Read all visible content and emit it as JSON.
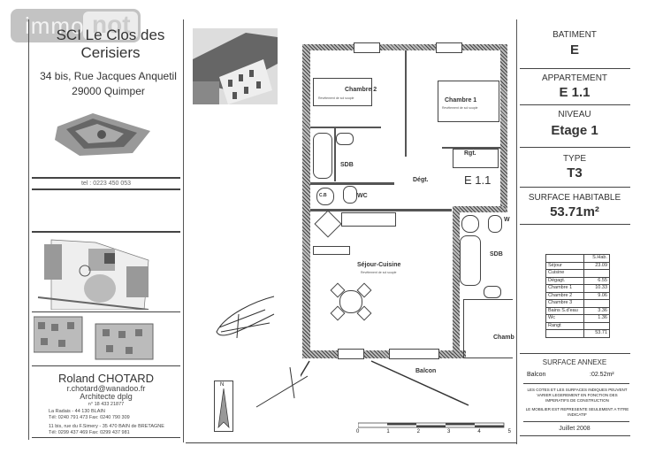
{
  "watermark": {
    "part1": "immo",
    "part2": "not"
  },
  "promoter": {
    "name": "SCI Le Clos des Cerisiers",
    "address_line1": "34 bis, Rue Jacques Anquetil",
    "address_line2": "29000 Quimper",
    "tel": "tel : 0223 450 053"
  },
  "architect": {
    "name": "Roland CHOTARD",
    "email": "r.chotard@wanadoo.fr",
    "title": "Architecte dplg",
    "number": "n° 18 433 21877",
    "office1_address": "La Radais - 44 130 BLAIN",
    "office1_phone": "Tél: 0240 791 473  Fax: 0240 790 309",
    "office2_address": "11 bis, rue du F.Simery - 35 470 BAIN de BRETAGNE",
    "office2_phone": "Tél: 0299 437 469  Fax: 0299 437 981"
  },
  "info": {
    "batiment_label": "BATIMENT",
    "batiment_value": "E",
    "appartement_label": "APPARTEMENT",
    "appartement_value": "E 1.1",
    "niveau_label": "NIVEAU",
    "niveau_value": "Etage 1",
    "type_label": "TYPE",
    "type_value": "T3",
    "surface_label": "SURFACE HABITABLE",
    "surface_value": "53.71m²"
  },
  "surface_table": {
    "header": "S.Hab.",
    "rows": [
      {
        "room": "Séjour",
        "value": "23.09"
      },
      {
        "room": "Cuisine",
        "value": ""
      },
      {
        "room": "Dégagt.",
        "value": "6.55"
      },
      {
        "room": "Chambre 1",
        "value": "10.33"
      },
      {
        "room": "Chambre 2",
        "value": "9.06"
      },
      {
        "room": "Chambre 3",
        "value": ""
      },
      {
        "room": "Bains S.d'eau",
        "value": "3.36"
      },
      {
        "room": "Wc",
        "value": "1.36"
      },
      {
        "room": "Rangt",
        "value": ""
      }
    ],
    "total": "53.71"
  },
  "annexe": {
    "title": "SURFACE ANNEXE",
    "balcon_label": "Balcon",
    "balcon_value": ":02.52m²",
    "note1": "LES COTES ET LES SURFACES INDIQUES PEUVENT VARIER LEGEREMENT EN FONCTION DES IMPERATIFS DE CONSTRUCTION",
    "note2": "LE MOBILIER EST REPRESENTE SEULEMENT A TITRE INDICATIF",
    "date": "Juillet 2008"
  },
  "plan": {
    "rooms": {
      "chambre2": "Chambre 2",
      "chambre1": "Chambre 1",
      "sdb": "SDB",
      "wc": "WC",
      "degt": "Dégt.",
      "rgt": "Rgt.",
      "cb": "C.B",
      "sejour": "Séjour-Cuisine",
      "balcon": "Balcon",
      "sdb_adj": "SDB",
      "chamb_adj": "Chamb",
      "wc_adj": "W"
    },
    "apartment_code": "E 1.1",
    "sub_label": "Revêtement de sol souple",
    "north": "N",
    "scale_ticks": [
      "0",
      "1",
      "2",
      "3",
      "4",
      "5"
    ]
  }
}
